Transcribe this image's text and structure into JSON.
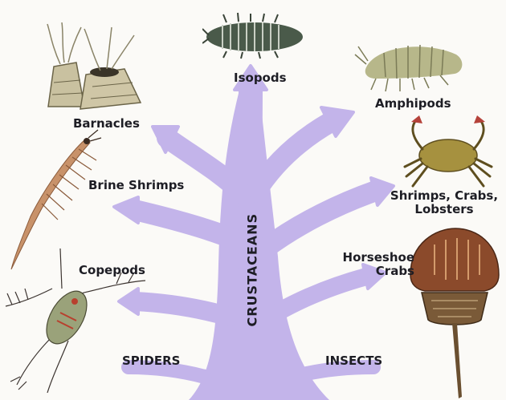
{
  "diagram": {
    "trunk_label": "CRUSTACEANS",
    "tree_color": "#c3b4ea",
    "branches": [
      {
        "id": "isopods",
        "label": "Isopods"
      },
      {
        "id": "amphipods",
        "label": "Amphipods"
      },
      {
        "id": "barnacles",
        "label": "Barnacles"
      },
      {
        "id": "brine-shrimps",
        "label": "Brine Shrimps"
      },
      {
        "id": "shrimps-crabs-lobsters",
        "label_line1": "Shrimps, Crabs,",
        "label_line2": "Lobsters"
      },
      {
        "id": "copepods",
        "label": "Copepods"
      },
      {
        "id": "horseshoe-crabs",
        "label_line1": "Horseshoe",
        "label_line2": "Crabs"
      }
    ],
    "roots": [
      {
        "id": "spiders",
        "label": "SPIDERS"
      },
      {
        "id": "insects",
        "label": "INSECTS"
      }
    ],
    "illustrations": [
      "isopod-illustration",
      "amphipod-illustration",
      "barnacle-illustration",
      "brine-shrimp-illustration",
      "crab-illustration",
      "copepod-illustration",
      "horseshoe-crab-illustration"
    ]
  }
}
